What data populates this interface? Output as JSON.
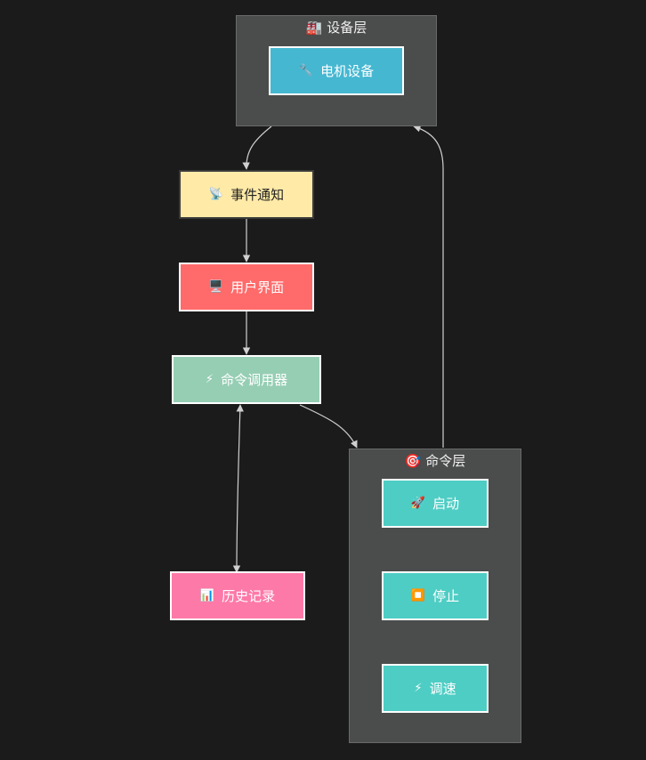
{
  "clusters": {
    "device_layer": {
      "icon": "🏭",
      "label": "设备层"
    },
    "command_layer": {
      "icon": "🎯",
      "label": "命令层"
    }
  },
  "nodes": {
    "motor": {
      "icon": "🔧",
      "label": "电机设备"
    },
    "event_notify": {
      "icon": "📡",
      "label": "事件通知"
    },
    "ui": {
      "icon": "🖥️",
      "label": "用户界面"
    },
    "invoker": {
      "icon": "⚡",
      "label": "命令调用器"
    },
    "history": {
      "icon": "📊",
      "label": "历史记录"
    },
    "start": {
      "icon": "🚀",
      "label": "启动"
    },
    "stop": {
      "icon": "⏹️",
      "label": "停止"
    },
    "speed": {
      "icon": "⚡",
      "label": "调速"
    }
  },
  "colors": {
    "background": "#1b1b1b",
    "cluster_fill": "#4b4c4c",
    "motor": "#45b7d1",
    "event_notify": "#ffeaa7",
    "ui": "#ff6b6b",
    "invoker": "#96ceb4",
    "history": "#fd79a8",
    "command": "#4ecdc4",
    "edge": "#d0d0d0"
  }
}
